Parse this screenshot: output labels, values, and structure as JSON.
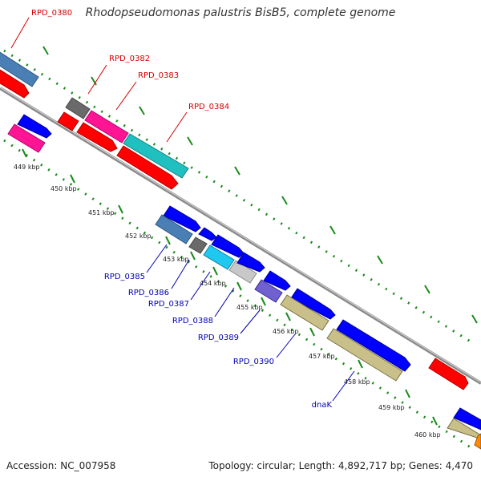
{
  "title": "Rhodopseudomonas palustris BisB5, complete genome",
  "footer": {
    "accession": "Accession: NC_007958",
    "summary": "Topology: circular; Length: 4,892,717 bp; Genes: 4,470"
  },
  "colors": {
    "backbone": "#8a8a8a",
    "tick": "#1a8a1a",
    "label_upper": "#d40000",
    "label_lower": "#0000b4"
  },
  "ticks": [
    {
      "label": "449 kbp"
    },
    {
      "label": "450 kbp"
    },
    {
      "label": "451 kbp"
    },
    {
      "label": "452 kbp"
    },
    {
      "label": "453 kbp"
    },
    {
      "label": "454 kbp"
    },
    {
      "label": "455 kbp"
    },
    {
      "label": "456 kbp"
    },
    {
      "label": "457 kbp"
    },
    {
      "label": "458 kbp"
    },
    {
      "label": "459 kbp"
    },
    {
      "label": "460 kbp"
    }
  ],
  "upper_labels": [
    "RPD_0380",
    "RPD_0382",
    "RPD_0383",
    "RPD_0384"
  ],
  "lower_labels": [
    "RPD_0385",
    "RPD_0386",
    "RPD_0387",
    "RPD_0388",
    "RPD_0389",
    "RPD_0390",
    "dnaK"
  ]
}
